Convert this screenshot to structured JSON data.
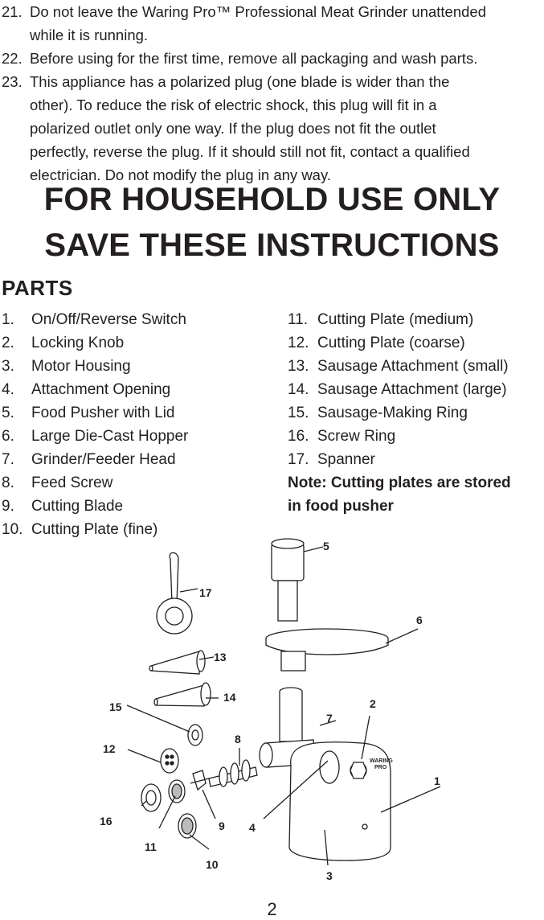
{
  "instructions": [
    {
      "num": "21.",
      "lines": [
        "Do not leave the Waring Pro™ Professional Meat Grinder unattended",
        "while it is running."
      ]
    },
    {
      "num": "22.",
      "lines": [
        "Before using for the first time, remove all packaging and wash parts."
      ]
    },
    {
      "num": "23.",
      "lines": [
        "This appliance has a polarized plug (one blade is wider than the",
        "other). To reduce the risk of electric shock, this plug will fit in a",
        "polarized outlet only one way. If the plug does not fit the outlet",
        "perfectly, reverse the plug. If it should still not fit, contact a qualified",
        "electrician. Do not modify the plug in any way."
      ]
    }
  ],
  "banner": {
    "line1": "FOR HOUSEHOLD USE ONLY",
    "line2": "SAVE THESE INSTRUCTIONS"
  },
  "parts": {
    "heading": "PARTS",
    "left": [
      {
        "num": "1.",
        "label": "On/Off/Reverse Switch"
      },
      {
        "num": "2.",
        "label": "Locking Knob"
      },
      {
        "num": "3.",
        "label": "Motor Housing"
      },
      {
        "num": "4.",
        "label": "Attachment Opening"
      },
      {
        "num": "5.",
        "label": "Food Pusher with Lid"
      },
      {
        "num": "6.",
        "label": "Large Die-Cast Hopper"
      },
      {
        "num": "7.",
        "label": "Grinder/Feeder Head"
      },
      {
        "num": "8.",
        "label": "Feed Screw"
      },
      {
        "num": "9.",
        "label": "Cutting Blade"
      },
      {
        "num": "10.",
        "label": "Cutting Plate (fine)"
      }
    ],
    "right": [
      {
        "num": "11.",
        "label": "Cutting Plate (medium)"
      },
      {
        "num": "12.",
        "label": "Cutting Plate (coarse)"
      },
      {
        "num": "13.",
        "label": "Sausage Attachment (small)"
      },
      {
        "num": "14.",
        "label": "Sausage Attachment (large)"
      },
      {
        "num": "15.",
        "label": "Sausage-Making Ring"
      },
      {
        "num": "16.",
        "label": "Screw Ring"
      },
      {
        "num": "17.",
        "label": "Spanner"
      }
    ],
    "note_line1": "Note: Cutting plates are stored",
    "note_line2": "in food pusher"
  },
  "diagram": {
    "callouts": [
      "1",
      "2",
      "3",
      "4",
      "5",
      "6",
      "7",
      "8",
      "9",
      "10",
      "11",
      "12",
      "13",
      "14",
      "15",
      "16",
      "17"
    ],
    "brand_top": "WARING",
    "brand_bottom": "PRO"
  },
  "page_number": "2"
}
